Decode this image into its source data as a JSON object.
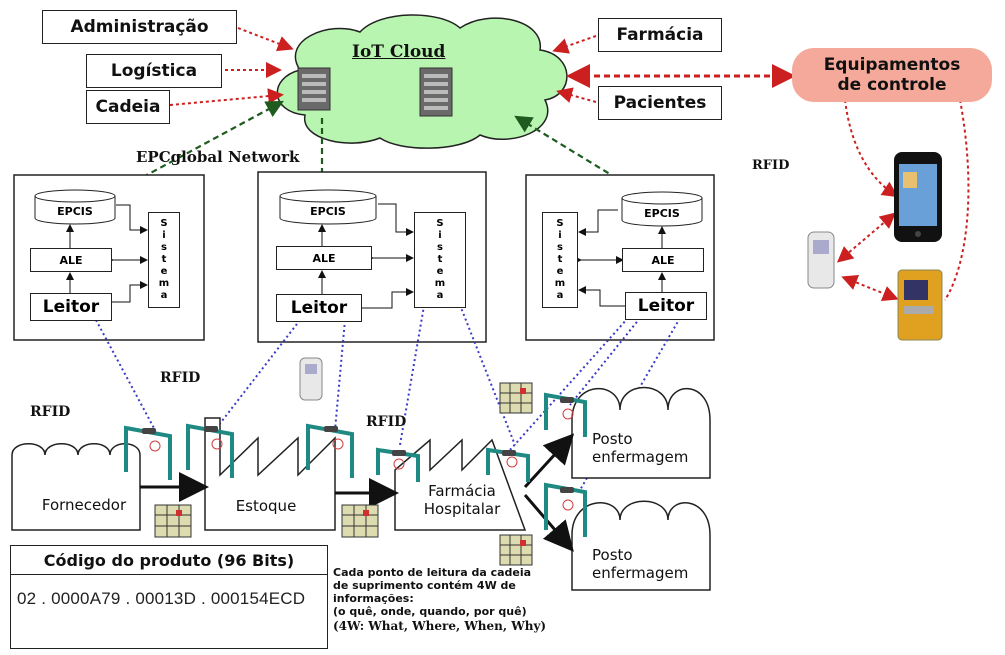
{
  "cloud": {
    "title": "IoT Cloud"
  },
  "actors_left": [
    "Administração",
    "Logística",
    "Cadeia"
  ],
  "actors_right": [
    "Farmácia",
    "Pacientes"
  ],
  "control": {
    "line1": "Equipamentos",
    "line2": "de controle"
  },
  "network_label": "EPCglobal Network",
  "rfid_labels": [
    "RFID",
    "RFID",
    "RFID",
    "RFID"
  ],
  "stack": {
    "epcis": "EPCIS",
    "ale": "ALE",
    "leitor": "Leitor",
    "sistema": [
      "S",
      "i",
      "s",
      "t",
      "e",
      "m",
      "a"
    ]
  },
  "nodes": {
    "fornecedor": "Fornecedor",
    "estoque": "Estoque",
    "farmacia_l1": "Farmácia",
    "farmacia_l2": "Hospitalar",
    "posto1_l1": "Posto",
    "posto1_l2": "enfermagem",
    "posto2_l1": "Posto",
    "posto2_l2": "enfermagem"
  },
  "code": {
    "title": "Código do produto (96 Bits)",
    "value": "02 . 0000A79 . 00013D . 000154ECD"
  },
  "note": {
    "line1": "Cada ponto de leitura da cadeia",
    "line2": "de suprimento contém 4W de",
    "line3": "informações:",
    "line4": "(o quê, onde, quando, por quê)",
    "line5": "(4W: What, Where, When, Why)"
  },
  "colors": {
    "cloud": "#b8f5b0",
    "control": "#f5a99a",
    "red_arrow": "#cc2020",
    "green_arrow": "#1f5a1f",
    "blue_link": "#3a3ac8",
    "gate": "#1f8a84"
  }
}
